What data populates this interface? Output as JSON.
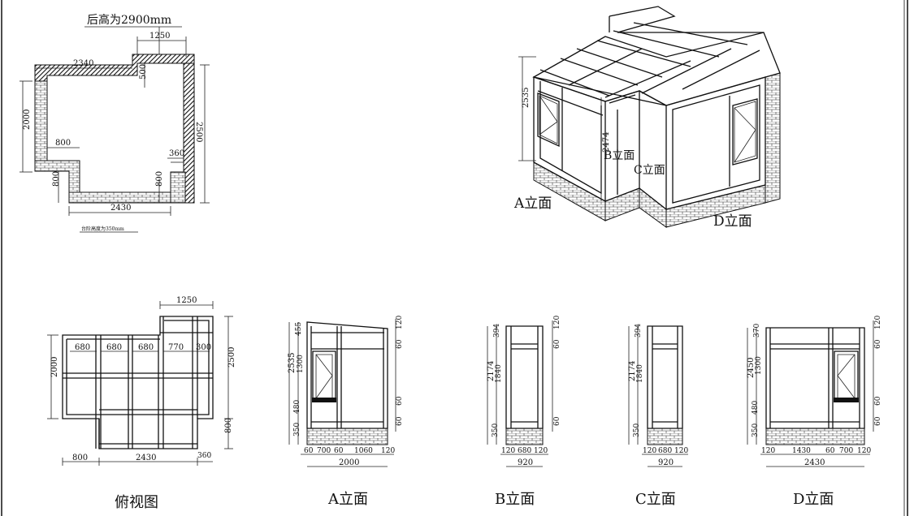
{
  "plan": {
    "rear_height_note": "后高为2900mm",
    "step_note": "台阶高度为350mm",
    "dims": {
      "d1250": "1250",
      "d2340": "2340",
      "d500": "500",
      "d2000": "2000",
      "d2500": "2500",
      "d800": "800",
      "d360": "360",
      "d800b": "800",
      "d800c": "800",
      "d2430": "2430"
    }
  },
  "perspective": {
    "h2535": "2535",
    "h2474": "2474",
    "label_a": "A立面",
    "label_b": "B立面",
    "label_c": "C立面",
    "label_d": "D立面"
  },
  "top_view": {
    "caption": "俯视图",
    "d1250": "1250",
    "d2000": "2000",
    "d2500": "2500",
    "d800": "800",
    "d2430": "2430",
    "d800b": "800",
    "d360": "360",
    "cols": [
      "680",
      "680",
      "680",
      "770",
      "300"
    ]
  },
  "elev_a": {
    "caption": "A立面",
    "left": [
      "2535",
      "455",
      "1300",
      "480",
      "350"
    ],
    "right": [
      "120",
      "60",
      "60",
      "60"
    ],
    "bottom": [
      "60",
      "700",
      "60",
      "1060",
      "120"
    ],
    "total": "2000"
  },
  "elev_b": {
    "caption": "B立面",
    "left": [
      "2174",
      "394",
      "1840",
      "350"
    ],
    "right": [
      "120",
      "60",
      "60"
    ],
    "bottom": [
      "120",
      "680",
      "120"
    ],
    "total": "920"
  },
  "elev_c": {
    "caption": "C立面",
    "left": [
      "2174",
      "394",
      "1840",
      "350"
    ],
    "bottom": [
      "120",
      "680",
      "120"
    ],
    "total": "920"
  },
  "elev_d": {
    "caption": "D立面",
    "left": [
      "2450",
      "370",
      "1300",
      "480",
      "350"
    ],
    "right": [
      "120",
      "60",
      "60",
      "60"
    ],
    "bottom": [
      "120",
      "1430",
      "60",
      "700",
      "120"
    ],
    "total": "2430"
  }
}
